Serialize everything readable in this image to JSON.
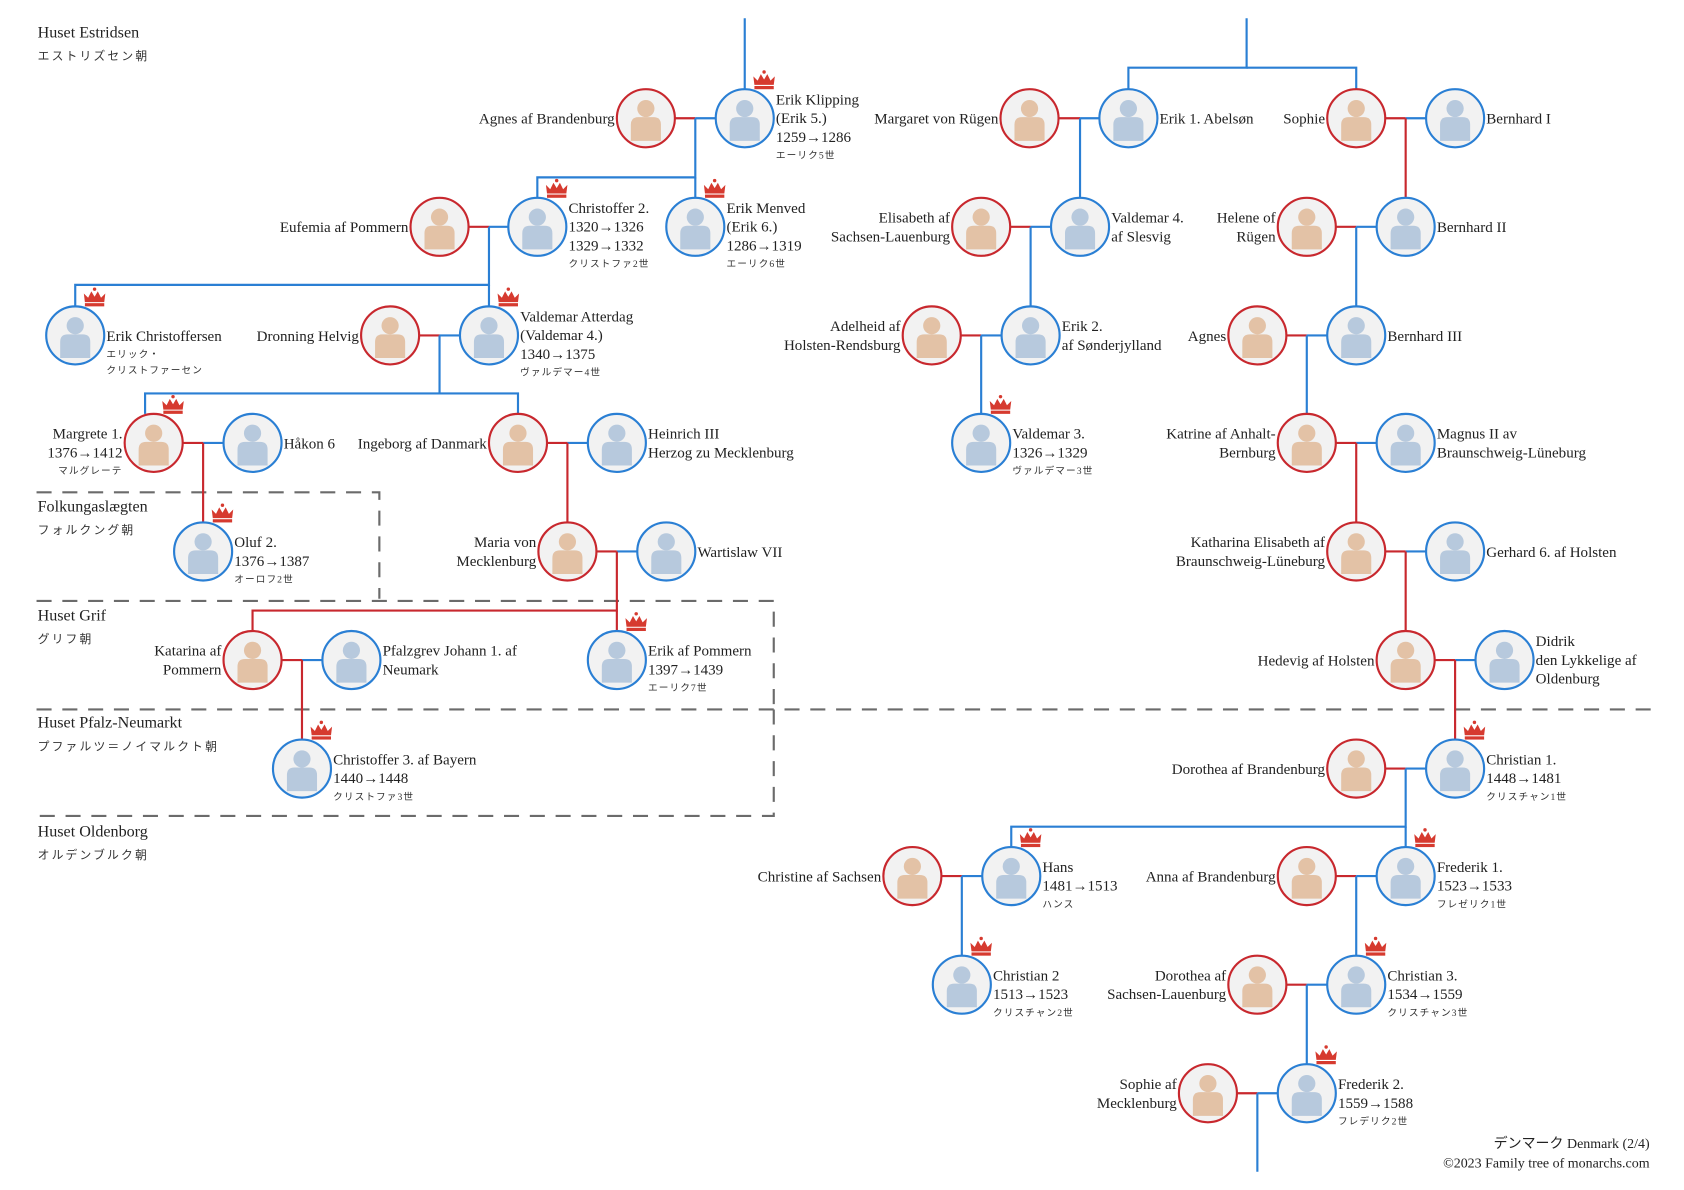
{
  "colors": {
    "male": "#2a7fd4",
    "female": "#c8282e",
    "male_fill": "#b7c9dd",
    "female_fill": "#e3c2a6",
    "node_bg": "#f2f2f2",
    "crown": "#d63a2f",
    "dash": "#6b6b6b"
  },
  "houses": [
    {
      "name": "Huset Estridsen",
      "jp": "エストリズセン朝"
    },
    {
      "name": "Folkungaslægten",
      "jp": "フォルクング朝"
    },
    {
      "name": "Huset Grif",
      "jp": "グリフ朝"
    },
    {
      "name": "Huset Pfalz-Neumarkt",
      "jp": "プファルツ＝ノイマルクト朝"
    },
    {
      "name": "Huset Oldenborg",
      "jp": "オルデンブルク朝"
    }
  ],
  "people": [
    {
      "id": "agnes-brandenburg",
      "gender": "f",
      "monarch": false,
      "lines": [
        "Agnes af Brandenburg"
      ]
    },
    {
      "id": "erik-klipping",
      "gender": "m",
      "monarch": true,
      "lines": [
        "Erik Klipping",
        "(Erik 5.)",
        "1259→1286"
      ],
      "jp": "エーリク5世"
    },
    {
      "id": "margaret-rugen",
      "gender": "f",
      "monarch": false,
      "lines": [
        "Margaret von Rügen"
      ]
    },
    {
      "id": "erik-abelson",
      "gender": "m",
      "monarch": false,
      "lines": [
        "Erik 1. Abelsøn"
      ]
    },
    {
      "id": "sophie",
      "gender": "f",
      "monarch": false,
      "lines": [
        "Sophie"
      ]
    },
    {
      "id": "bernhard-1",
      "gender": "m",
      "monarch": false,
      "lines": [
        "Bernhard I"
      ]
    },
    {
      "id": "eufemia",
      "gender": "f",
      "monarch": false,
      "lines": [
        "Eufemia af Pommern"
      ]
    },
    {
      "id": "christoffer-2",
      "gender": "m",
      "monarch": true,
      "lines": [
        "Christoffer 2.",
        "1320→1326",
        "1329→1332"
      ],
      "jp": "クリストファ2世"
    },
    {
      "id": "erik-menved",
      "gender": "m",
      "monarch": true,
      "lines": [
        "Erik Menved",
        "(Erik 6.)",
        "1286→1319"
      ],
      "jp": "エーリク6世"
    },
    {
      "id": "elisabeth-sachsen",
      "gender": "f",
      "monarch": false,
      "lines": [
        "Elisabeth af",
        "Sachsen-Lauenburg"
      ]
    },
    {
      "id": "valdemar-4-slesvig",
      "gender": "m",
      "monarch": false,
      "lines": [
        "Valdemar 4.",
        "af Slesvig"
      ]
    },
    {
      "id": "helene-rugen",
      "gender": "f",
      "monarch": false,
      "lines": [
        "Helene of",
        "Rügen"
      ]
    },
    {
      "id": "bernhard-2",
      "gender": "m",
      "monarch": false,
      "lines": [
        "Bernhard II"
      ]
    },
    {
      "id": "erik-christoffersen",
      "gender": "m",
      "monarch": true,
      "lines": [
        "Erik Christoffersen"
      ],
      "jp": "エリック・",
      "jp2": "クリストファーセン"
    },
    {
      "id": "dronning-helvig",
      "gender": "f",
      "monarch": false,
      "lines": [
        "Dronning Helvig"
      ]
    },
    {
      "id": "valdemar-atterdag",
      "gender": "m",
      "monarch": true,
      "lines": [
        "Valdemar Atterdag",
        "(Valdemar 4.)",
        "1340→1375"
      ],
      "jp": "ヴァルデマー4世"
    },
    {
      "id": "adelheid",
      "gender": "f",
      "monarch": false,
      "lines": [
        "Adelheid af",
        "Holsten-Rendsburg"
      ]
    },
    {
      "id": "erik-2",
      "gender": "m",
      "monarch": false,
      "lines": [
        "Erik 2.",
        "af Sønderjylland"
      ]
    },
    {
      "id": "agnes",
      "gender": "f",
      "monarch": false,
      "lines": [
        "Agnes"
      ]
    },
    {
      "id": "bernhard-3",
      "gender": "m",
      "monarch": false,
      "lines": [
        "Bernhard III"
      ]
    },
    {
      "id": "margrete-1",
      "gender": "f",
      "monarch": true,
      "lines": [
        "Margrete 1.",
        "1376→1412"
      ],
      "jp": "マルグレーテ"
    },
    {
      "id": "hakon-6",
      "gender": "m",
      "monarch": false,
      "lines": [
        "Håkon 6"
      ]
    },
    {
      "id": "ingeborg",
      "gender": "f",
      "monarch": false,
      "lines": [
        "Ingeborg af Danmark"
      ]
    },
    {
      "id": "heinrich-3",
      "gender": "m",
      "monarch": false,
      "lines": [
        "Heinrich III",
        "Herzog zu Mecklenburg"
      ]
    },
    {
      "id": "valdemar-3",
      "gender": "m",
      "monarch": true,
      "lines": [
        "Valdemar 3.",
        "1326→1329"
      ],
      "jp": "ヴァルデマー3世"
    },
    {
      "id": "katrine-anhalt",
      "gender": "f",
      "monarch": false,
      "lines": [
        "Katrine af Anhalt-",
        "Bernburg"
      ]
    },
    {
      "id": "magnus-2",
      "gender": "m",
      "monarch": false,
      "lines": [
        "Magnus II av",
        "Braunschweig-Lüneburg"
      ]
    },
    {
      "id": "oluf-2",
      "gender": "m",
      "monarch": true,
      "lines": [
        "Oluf 2.",
        "1376→1387"
      ],
      "jp": "オーロフ2世"
    },
    {
      "id": "maria-mecklenburg",
      "gender": "f",
      "monarch": false,
      "lines": [
        "Maria von",
        "Mecklenburg"
      ]
    },
    {
      "id": "wartislaw-7",
      "gender": "m",
      "monarch": false,
      "lines": [
        "Wartislaw VII"
      ]
    },
    {
      "id": "katharina-elisabeth",
      "gender": "f",
      "monarch": false,
      "lines": [
        "Katharina Elisabeth af",
        "Braunschweig-Lüneburg"
      ]
    },
    {
      "id": "gerhard-6",
      "gender": "m",
      "monarch": false,
      "lines": [
        "Gerhard 6. af Holsten"
      ]
    },
    {
      "id": "katarina-pommern",
      "gender": "f",
      "monarch": false,
      "lines": [
        "Katarina af",
        "Pommern"
      ]
    },
    {
      "id": "pfalzgrev-johann",
      "gender": "m",
      "monarch": false,
      "lines": [
        "Pfalzgrev Johann 1. af",
        "Neumark"
      ]
    },
    {
      "id": "erik-pommern",
      "gender": "m",
      "monarch": true,
      "lines": [
        "Erik af Pommern",
        "1397→1439"
      ],
      "jp": "エーリク7世"
    },
    {
      "id": "hedevig-holsten",
      "gender": "f",
      "monarch": false,
      "lines": [
        "Hedevig af Holsten"
      ]
    },
    {
      "id": "didrik",
      "gender": "m",
      "monarch": false,
      "lines": [
        "Didrik",
        "den Lykkelige af",
        "Oldenburg"
      ]
    },
    {
      "id": "christoffer-3",
      "gender": "m",
      "monarch": true,
      "lines": [
        "Christoffer 3. af Bayern",
        "1440→1448"
      ],
      "jp": "クリストファ3世"
    },
    {
      "id": "dorothea-brandenburg",
      "gender": "f",
      "monarch": false,
      "lines": [
        "Dorothea af Brandenburg"
      ]
    },
    {
      "id": "christian-1",
      "gender": "m",
      "monarch": true,
      "lines": [
        "Christian 1.",
        "1448→1481"
      ],
      "jp": "クリスチャン1世"
    },
    {
      "id": "christine-sachsen",
      "gender": "f",
      "monarch": false,
      "lines": [
        "Christine af Sachsen"
      ]
    },
    {
      "id": "hans",
      "gender": "m",
      "monarch": true,
      "lines": [
        "Hans",
        "1481→1513"
      ],
      "jp": "ハンス"
    },
    {
      "id": "anna-brandenburg",
      "gender": "f",
      "monarch": false,
      "lines": [
        "Anna af Brandenburg"
      ]
    },
    {
      "id": "frederik-1",
      "gender": "m",
      "monarch": true,
      "lines": [
        "Frederik 1.",
        "1523→1533"
      ],
      "jp": "フレゼリク1世"
    },
    {
      "id": "christian-2",
      "gender": "m",
      "monarch": true,
      "lines": [
        "Christian 2",
        "1513→1523"
      ],
      "jp": "クリスチャン2世"
    },
    {
      "id": "dorothea-sachsen",
      "gender": "f",
      "monarch": false,
      "lines": [
        "Dorothea af",
        "Sachsen-Lauenburg"
      ]
    },
    {
      "id": "christian-3",
      "gender": "m",
      "monarch": true,
      "lines": [
        "Christian 3.",
        "1534→1559"
      ],
      "jp": "クリスチャン3世"
    },
    {
      "id": "sophie-mecklenburg",
      "gender": "f",
      "monarch": false,
      "lines": [
        "Sophie af",
        "Mecklenburg"
      ]
    },
    {
      "id": "frederik-2",
      "gender": "m",
      "monarch": true,
      "lines": [
        "Frederik 2.",
        "1559→1588"
      ],
      "jp": "フレデリク2世"
    }
  ],
  "footer": {
    "title": "デンマーク Denmark (2/4)",
    "copyright": "©2023 Family tree of monarchs.com"
  }
}
